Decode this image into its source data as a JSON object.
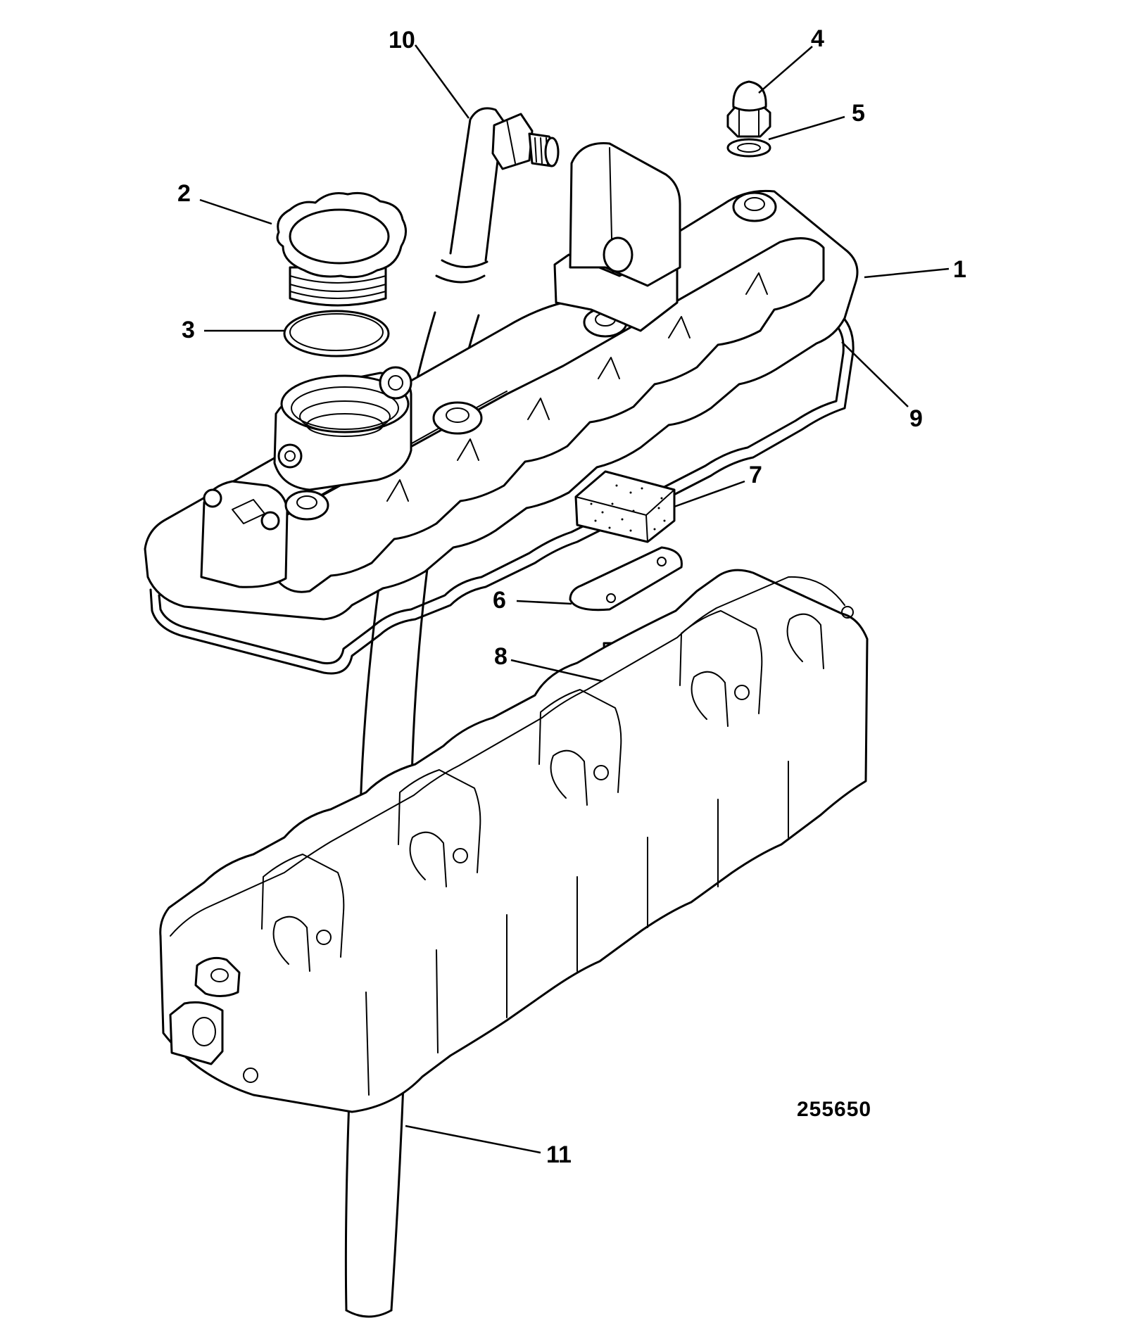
{
  "callouts": [
    {
      "label": "1"
    },
    {
      "label": "2"
    },
    {
      "label": "3"
    },
    {
      "label": "4"
    },
    {
      "label": "5"
    },
    {
      "label": "6"
    },
    {
      "label": "7"
    },
    {
      "label": "8"
    },
    {
      "label": "9"
    },
    {
      "label": "10"
    },
    {
      "label": "11"
    }
  ],
  "figure_number": "255650"
}
